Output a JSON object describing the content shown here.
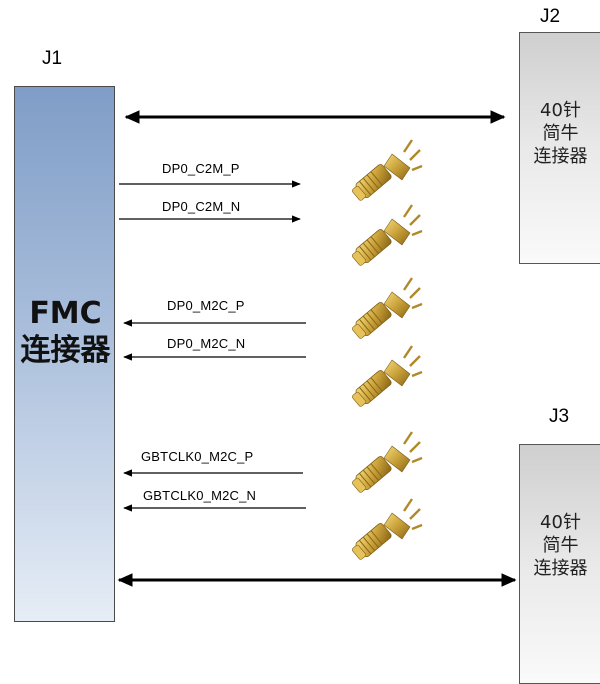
{
  "j1": {
    "label": "J1",
    "title": "FMC\n连接器"
  },
  "j2": {
    "label": "J2",
    "text": "40针\n简牛\n连接器"
  },
  "j3": {
    "label": "J3",
    "text": "40针\n简牛\n连接器"
  },
  "signals": [
    {
      "name": "DP0_C2M_P",
      "direction": "to-right"
    },
    {
      "name": "DP0_C2M_N",
      "direction": "to-right"
    },
    {
      "name": "DP0_M2C_P",
      "direction": "to-left"
    },
    {
      "name": "DP0_M2C_N",
      "direction": "to-left"
    },
    {
      "name": "GBTCLK0_M2C_P",
      "direction": "to-left"
    },
    {
      "name": "GBTCLK0_M2C_N",
      "direction": "to-left"
    }
  ],
  "colors": {
    "j1_top": "#7f9dc7",
    "j1_bottom": "#e6edf6",
    "connector_gold": "#c9a13a",
    "arrow": "#000000"
  },
  "icons": {
    "sma": "sma-connector-icon"
  }
}
